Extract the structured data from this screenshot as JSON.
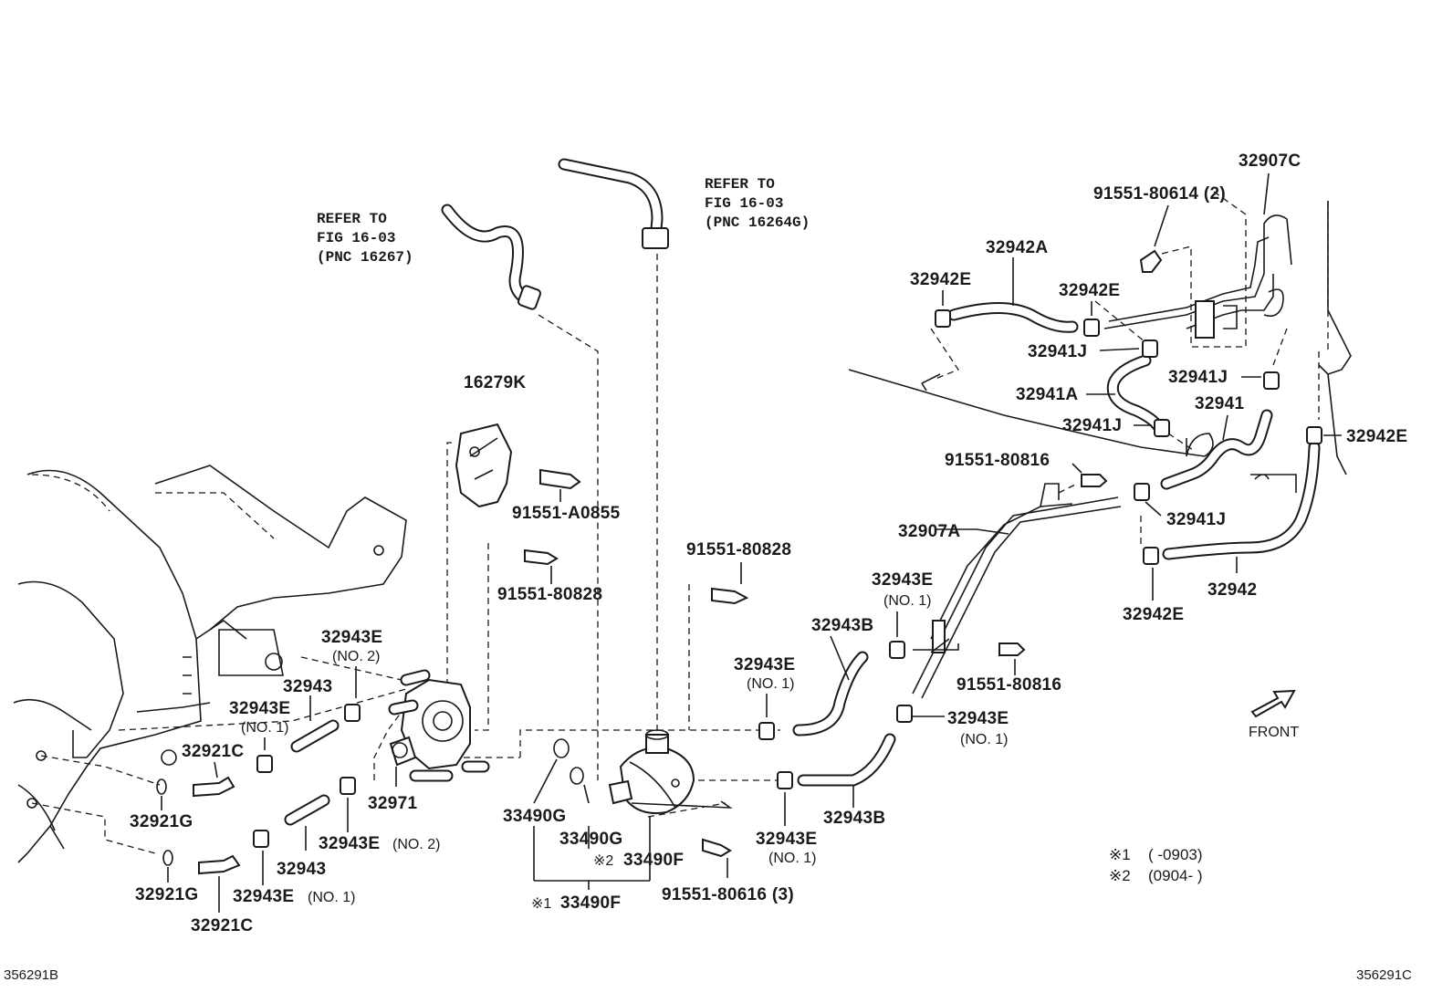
{
  "refs": {
    "left": [
      "REFER TO",
      "FIG 16-03",
      "(PNC 16267)"
    ],
    "right": [
      "REFER TO",
      "FIG 16-03",
      "(PNC 16264G)"
    ]
  },
  "labels": {
    "p16279K": "16279K",
    "p91551A0855": "91551-A0855",
    "p91551_80828a": "91551-80828",
    "p91551_80828b": "91551-80828",
    "p32943E_no2": "32943E",
    "p32943E_no2_sub": "(NO. 2)",
    "p32943_top": "32943",
    "p32943E_no1a": "32943E",
    "p32943E_no1a_sub": "(NO. 1)",
    "p32921C_top": "32921C",
    "p32921G_top": "32921G",
    "p32971": "32971",
    "p32943E_no2b": "32943E",
    "p32943E_no2b_sub": "(NO. 2)",
    "p32943_bottom": "32943",
    "p32943E_no1b": "32943E",
    "p32943E_no1b_sub": "(NO. 1)",
    "p32921G_bottom": "32921G",
    "p32921C_bottom": "32921C",
    "p33490G_a": "33490G",
    "p33490G_b": "33490G",
    "p33490F_2": "33490F",
    "p33490F_2_mark": "※2",
    "p33490F_1": "33490F",
    "p33490F_1_mark": "※1",
    "p91551_80616": "91551-80616 (3)",
    "p32943E_mid": "32943E",
    "p32943E_mid_sub": "(NO. 1)",
    "p32943E_low": "32943E",
    "p32943E_low_sub": "(NO. 1)",
    "p32943B_top": "32943B",
    "p32943B_bottom": "32943B",
    "p32943E_r1": "32943E",
    "p32943E_r1_sub": "(NO. 1)",
    "p32943E_r2": "32943E",
    "p32943E_r2_sub": "(NO. 1)",
    "p91551_80816_low": "91551-80816",
    "p32907A": "32907A",
    "p91551_80816_up": "91551-80816",
    "p32942E_tl": "32942E",
    "p32942A": "32942A",
    "p32942E_tm": "32942E",
    "p91551_80614": "91551-80614 (2)",
    "p32907C": "32907C",
    "p32941J_a": "32941J",
    "p32941A": "32941A",
    "p32941J_b": "32941J",
    "p32941J_c": "32941J",
    "p32941": "32941",
    "p32942E_r": "32942E",
    "p32941J_d": "32941J",
    "p32942": "32942",
    "p32942E_br": "32942E"
  },
  "notes": {
    "n1_mark": "※1",
    "n1_text": "(      -0903)",
    "n2_mark": "※2",
    "n2_text": "(0904-      )"
  },
  "front": "FRONT",
  "codes": {
    "left": "356291B",
    "right": "356291C"
  }
}
